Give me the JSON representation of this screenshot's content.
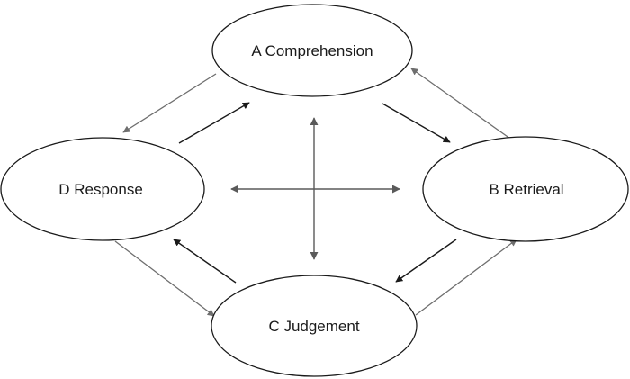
{
  "nodes": {
    "a": {
      "label": "A Comprehension"
    },
    "b": {
      "label": "B Retrieval"
    },
    "c": {
      "label": "C Judgement"
    },
    "d": {
      "label": "D Response"
    }
  },
  "colors": {
    "ink": "#1a1a1a",
    "gray_arrow": "#6e6e6e",
    "center_arrow": "#5a5a5a",
    "background": "#ffffff"
  }
}
